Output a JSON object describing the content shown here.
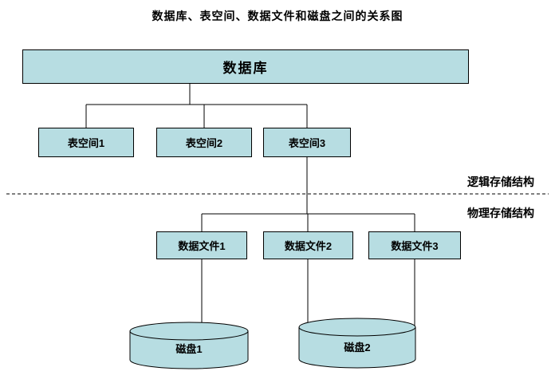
{
  "title": "数据库、表空间、数据文件和磁盘之间的关系图",
  "colors": {
    "box_fill": "#b7dde2",
    "border": "#000000",
    "background": "#ffffff"
  },
  "database": {
    "label": "数据库"
  },
  "tablespaces": [
    {
      "label": "表空间1"
    },
    {
      "label": "表空间2"
    },
    {
      "label": "表空间3"
    }
  ],
  "datafiles": [
    {
      "label": "数据文件1"
    },
    {
      "label": "数据文件2"
    },
    {
      "label": "数据文件3"
    }
  ],
  "disks": [
    {
      "label": "磁盘1"
    },
    {
      "label": "磁盘2"
    }
  ],
  "annotations": {
    "logical": "逻辑存储结构",
    "physical": "物理存储结构"
  },
  "edges": [
    {
      "from": "数据库",
      "to": "表空间1"
    },
    {
      "from": "数据库",
      "to": "表空间2"
    },
    {
      "from": "数据库",
      "to": "表空间3"
    },
    {
      "from": "表空间3",
      "to": "数据文件1"
    },
    {
      "from": "表空间3",
      "to": "数据文件2"
    },
    {
      "from": "表空间3",
      "to": "数据文件3"
    },
    {
      "from": "数据文件1",
      "to": "磁盘1"
    },
    {
      "from": "数据文件2",
      "to": "磁盘2"
    },
    {
      "from": "数据文件3",
      "to": "磁盘2"
    }
  ]
}
